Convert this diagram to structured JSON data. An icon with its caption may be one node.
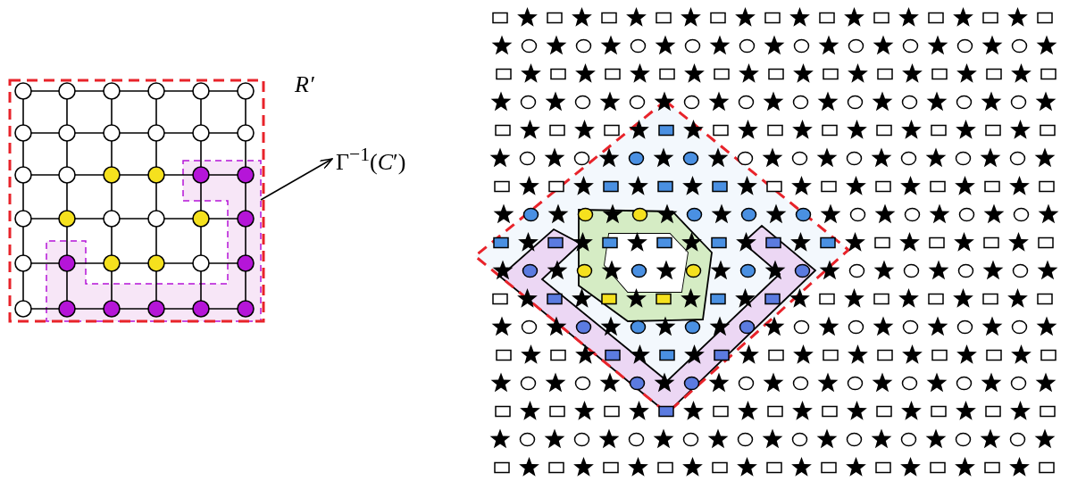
{
  "diagram": {
    "nodes": [
      {
        "text": [
          "Γ$^{−1}$(*C*′)"
        ]
      },
      {
        "text": [],
        "shape": "band"
      }
    ],
    "edges": [
      {
        "from": 1,
        "to": 0,
        "arrow": "to"
      }
    ],
    "labels": [
      "R′"
    ]
  }
}
